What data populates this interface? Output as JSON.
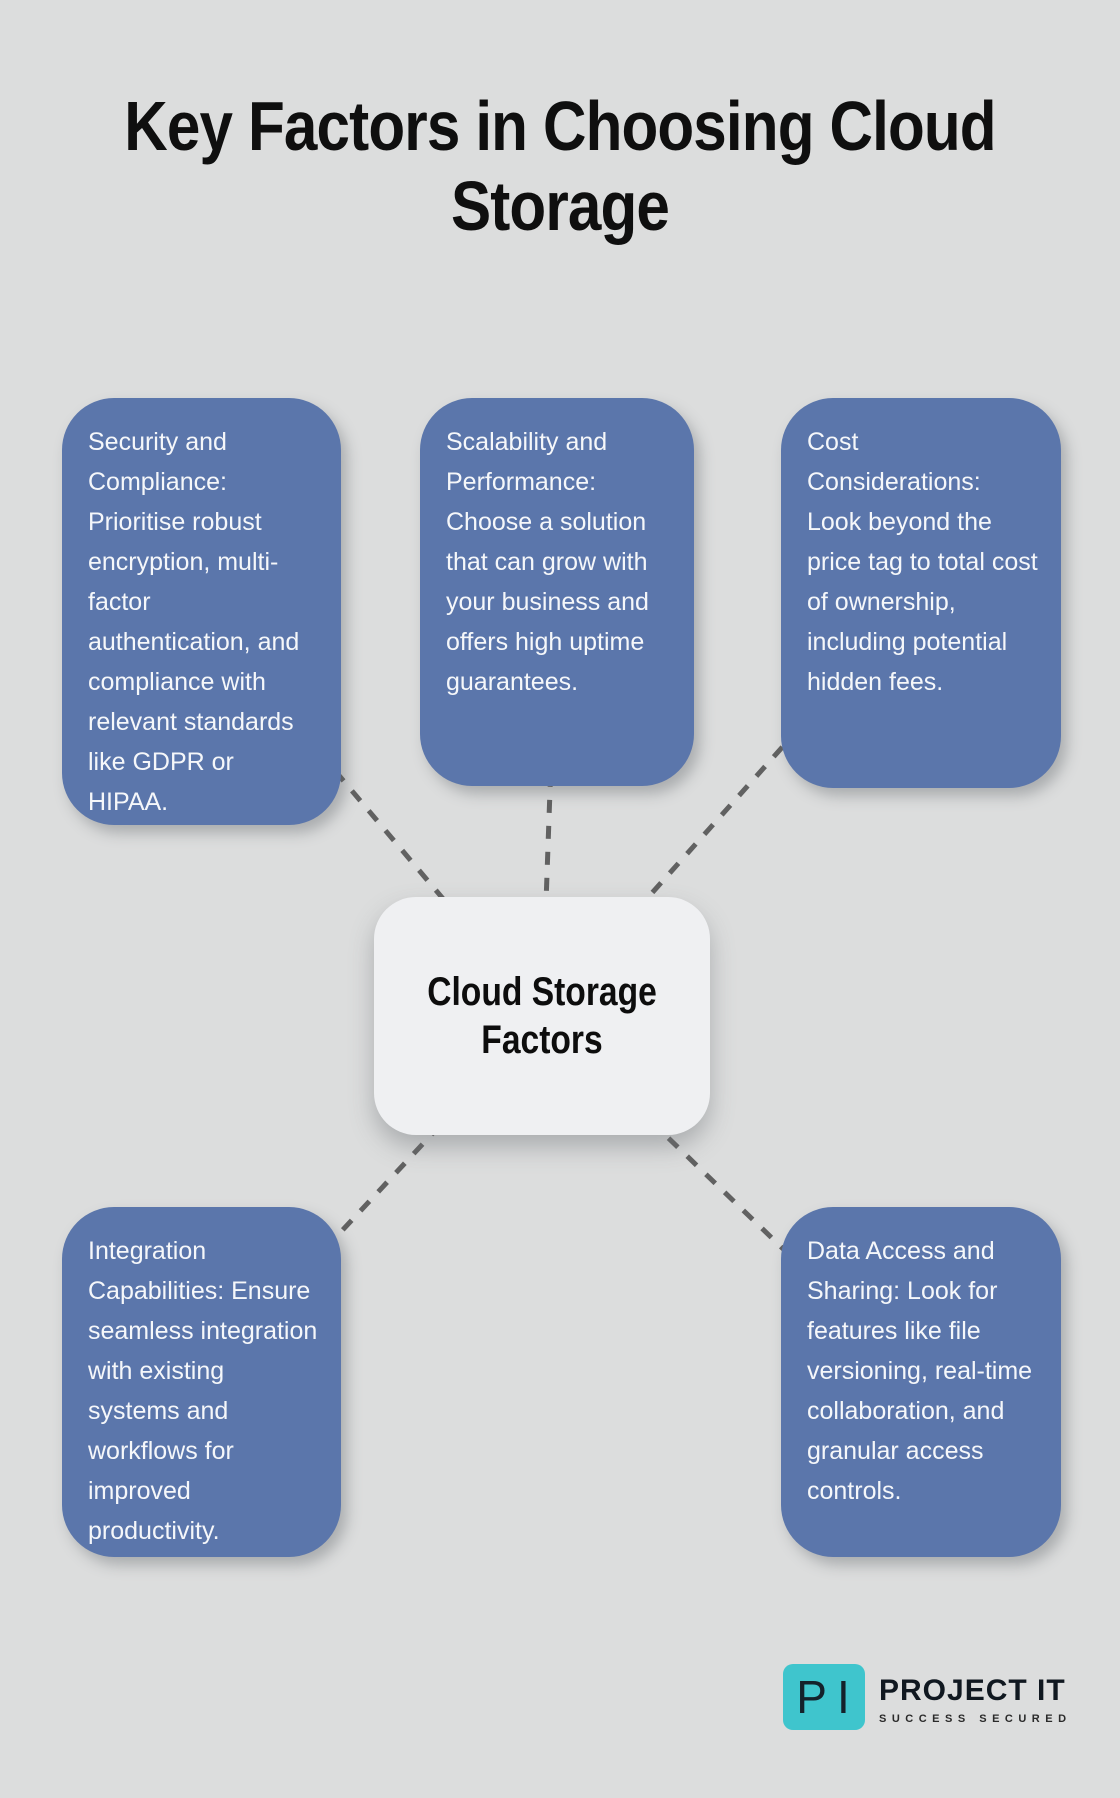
{
  "title": {
    "line1": "Key Factors in Choosing Cloud",
    "line2": "Storage"
  },
  "hub": {
    "label": "Cloud Storage Factors"
  },
  "factors": [
    {
      "id": "security",
      "text": "Security and Compliance: Prioritise robust encryption, multi-factor authentication, and compliance with relevant standards like GDPR or HIPAA."
    },
    {
      "id": "scalability",
      "text": "Scalability and Performance: Choose a solution that can grow with your business and offers high uptime guarantees."
    },
    {
      "id": "cost",
      "text": "Cost Considerations: Look beyond the price tag to total cost of ownership, including potential hidden fees."
    },
    {
      "id": "integration",
      "text": "Integration Capabilities: Ensure seamless integration with existing systems and workflows for improved productivity."
    },
    {
      "id": "data_access",
      "text": "Data Access and Sharing: Look for features like file versioning, real-time collaboration, and granular access controls."
    }
  ],
  "logo": {
    "monogram": "PI",
    "name": "PROJECT IT",
    "tagline": "SUCCESS SECURED"
  },
  "colors": {
    "background": "#dcdddd",
    "card": "#5b76ab",
    "card_text": "#f5f7fa",
    "hub_bg": "#eff0f2",
    "hub_text": "#0d0d0d",
    "connector": "#616161",
    "title_text": "#0f0f0f",
    "logo_teal": "#3fc5cd",
    "logo_text": "#101820"
  }
}
